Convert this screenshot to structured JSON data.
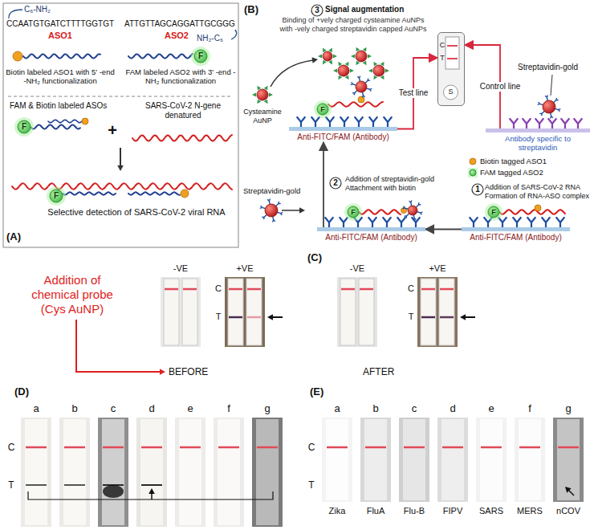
{
  "diagram": {
    "nodes": [
      {
        "text": [
          "Anti-FITC/FAM (Antibody)"
        ]
      },
      {
        "text": [
          "C",
          "T",
          "S"
        ]
      },
      {
        "text": [
          "Antibody specific to streptavidin"
        ]
      },
      {
        "text": [
          "Anti-FITC/FAM (Antibody)"
        ]
      },
      {
        "text": [
          "Anti-FITC/FAM (Antibody)"
        ]
      }
    ],
    "edges": [
      {
        "from": 4,
        "to": 3,
        "arrow": "to"
      },
      {
        "from": 3,
        "to": 0,
        "arrow": "to"
      },
      {
        "from": 0,
        "to": 1,
        "arrow": "to",
        "label": "Test line"
      },
      {
        "from": 2,
        "to": 1,
        "arrow": "to",
        "label": "Control line"
      }
    ],
    "labels": [
      "(A)",
      "C₆-NH₂",
      "CCAATGTGATCTTTTGGTGT",
      "ASO1",
      "ATTGTTAGCAGGATTGCGGG",
      "NH₂-C₆",
      "ASO2",
      "F",
      "Biotin labeled ASO1 with 5' -end -NH₂ functionalization",
      "FAM labeled ASO2 with 3' -end -NH₂ functionalization",
      "FAM & Biotin labeled ASOs",
      "F",
      "SARS-CoV-2 N-gene denatured",
      "+",
      "F",
      "Selective detection of SARS-CoV-2 viral RNA",
      "(B)",
      "3",
      "Signal augmentation",
      "Binding of +vely charged cysteamine AuNPs with -vely charged streptavidin capped AuNPs",
      "Cysteamine AuNP",
      "F",
      "Streptavidin-gold",
      "2",
      "Addition of streptavidin-gold Attachment with biotin",
      "Streptavidin-gold",
      "F",
      "1",
      "Addition of SARS-CoV-2 RNA Formation of RNA-ASO complex",
      "F",
      "(C)",
      "-VE",
      "+VE",
      "-VE",
      "+VE",
      "C",
      "T",
      "C",
      "T",
      "Addition of chemical probe (Cys AuNP)",
      "BEFORE",
      "AFTER",
      "(D)",
      "a",
      "b",
      "c",
      "d",
      "e",
      "f",
      "g",
      "C",
      "T",
      "(E)",
      "a",
      "b",
      "c",
      "d",
      "e",
      "f",
      "g",
      "C",
      "T",
      "Zika",
      "FluA",
      "Flu-B",
      "FIPV",
      "SARS",
      "MERS",
      "nCOV"
    ],
    "legend": [
      {
        "text": "Biotin tagged ASO1"
      },
      {
        "text": "FAM tagged ASO2"
      }
    ]
  }
}
